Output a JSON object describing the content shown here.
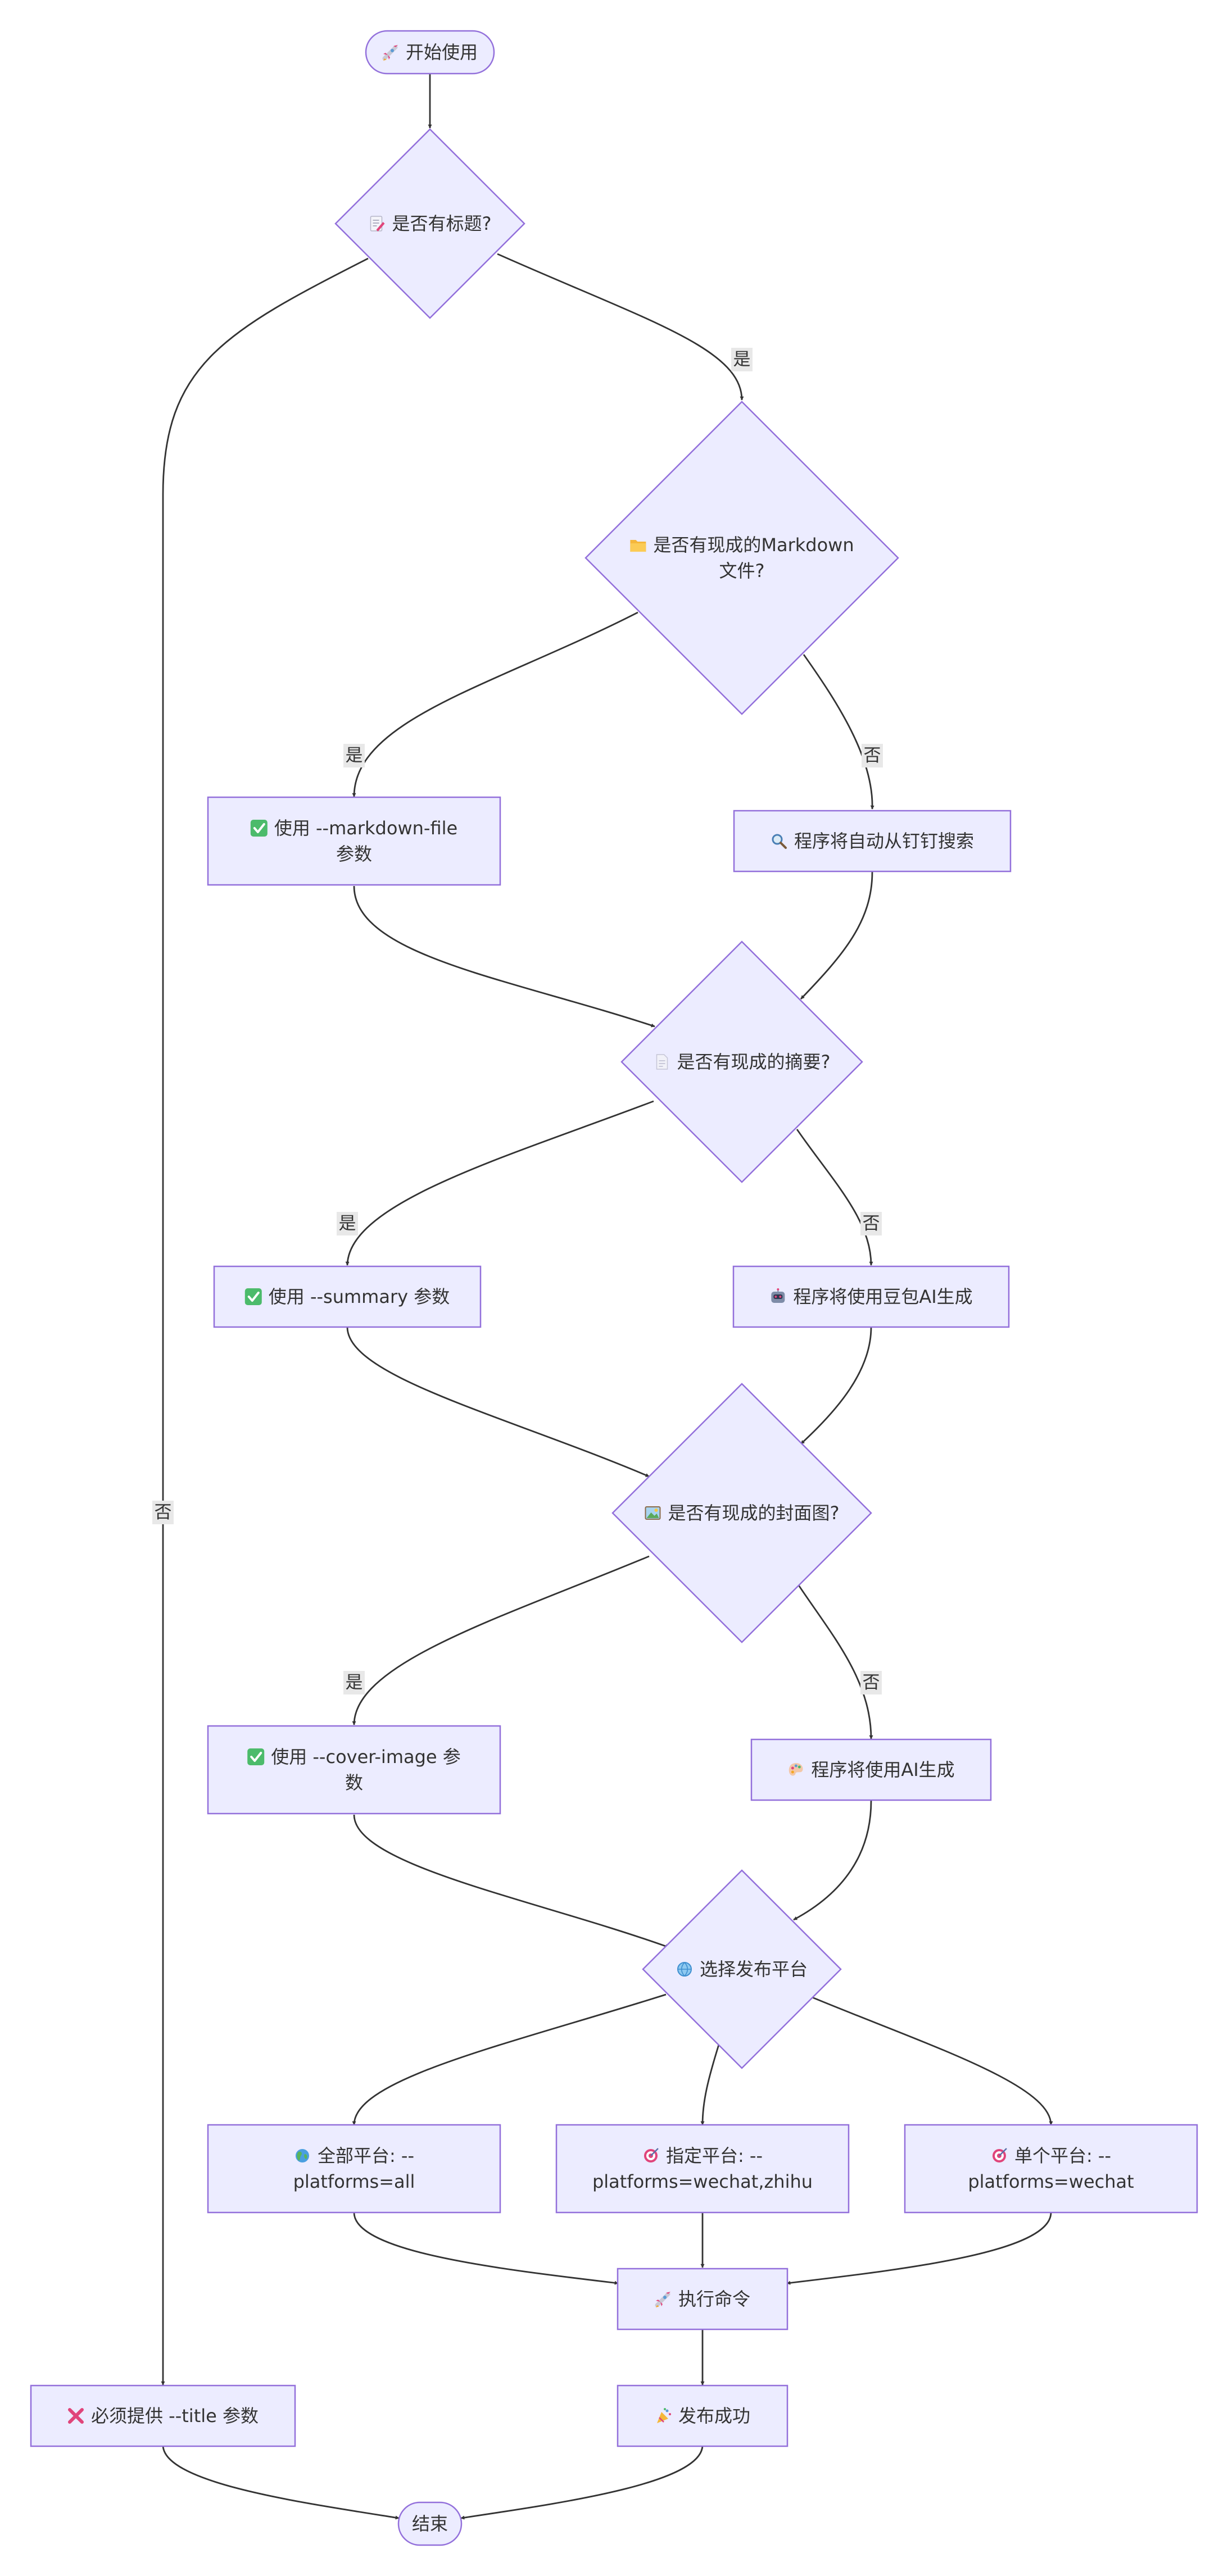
{
  "colors": {
    "node_fill": "#ECECFF",
    "node_stroke": "#9370DB",
    "edge": "#333333",
    "label_bg": "#E8E8E8",
    "check_green": "#4CBB6B",
    "cross_red": "#E0457B"
  },
  "nodes": {
    "start": {
      "icon": "rocket-icon",
      "lines": [
        "开始使用"
      ]
    },
    "q_title": {
      "icon": "memo-icon",
      "lines": [
        "是否有标题?"
      ]
    },
    "q_markdown": {
      "icon": "folder-icon",
      "lines": [
        "是否有现成的Markdown",
        "文件?"
      ]
    },
    "use_md": {
      "icon": "check-icon",
      "lines": [
        "使用 --markdown-file",
        "参数"
      ]
    },
    "auto_search": {
      "icon": "search-icon",
      "lines": [
        "程序将自动从钉钉搜索"
      ]
    },
    "q_summary": {
      "icon": "document-icon",
      "lines": [
        "是否有现成的摘要?"
      ]
    },
    "use_summary": {
      "icon": "check-icon",
      "lines": [
        "使用 --summary 参数"
      ]
    },
    "ai_summary": {
      "icon": "robot-icon",
      "lines": [
        "程序将使用豆包AI生成"
      ]
    },
    "q_cover": {
      "icon": "picture-icon",
      "lines": [
        "是否有现成的封面图?"
      ]
    },
    "use_cover": {
      "icon": "check-icon",
      "lines": [
        "使用 --cover-image 参",
        "数"
      ]
    },
    "ai_cover": {
      "icon": "palette-icon",
      "lines": [
        "程序将使用AI生成"
      ]
    },
    "q_platform": {
      "icon": "globe-icon",
      "lines": [
        "选择发布平台"
      ]
    },
    "all_plat": {
      "icon": "earth-icon",
      "lines": [
        "全部平台: --",
        "platforms=all"
      ]
    },
    "spec_plat": {
      "icon": "target-icon",
      "lines": [
        "指定平台: --",
        "platforms=wechat,zhihu"
      ]
    },
    "single_plat": {
      "icon": "target-icon",
      "lines": [
        "单个平台: --",
        "platforms=wechat"
      ]
    },
    "exec": {
      "icon": "rocket-icon",
      "lines": [
        "执行命令"
      ]
    },
    "no_title": {
      "icon": "cross-icon",
      "lines": [
        "必须提供 --title 参数"
      ]
    },
    "success": {
      "icon": "party-icon",
      "lines": [
        "发布成功"
      ]
    },
    "end": {
      "icon": "",
      "lines": [
        "结束"
      ]
    }
  },
  "edge_labels": {
    "title_yes": "是",
    "title_no": "否",
    "md_yes": "是",
    "md_no": "否",
    "summary_yes": "是",
    "summary_no": "否",
    "cover_yes": "是",
    "cover_no": "否"
  }
}
